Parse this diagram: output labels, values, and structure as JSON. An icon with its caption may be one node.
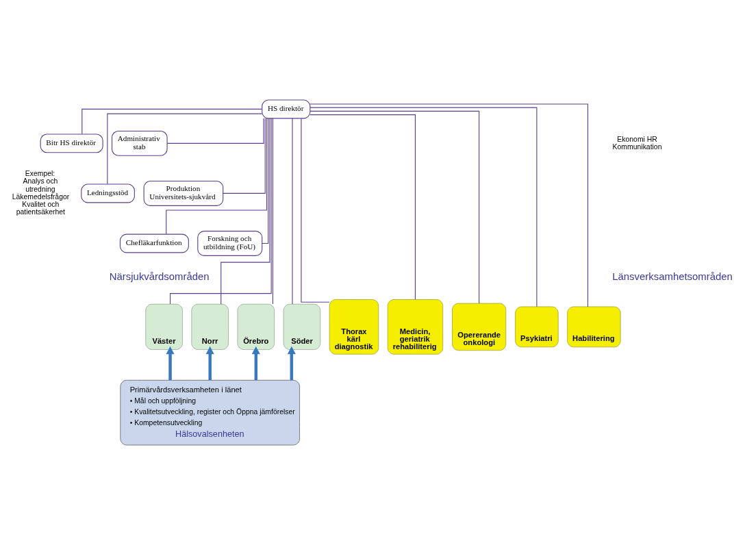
{
  "diagram": {
    "nodes": [
      {
        "text": [
          "HS direktör"
        ]
      },
      {
        "text": [
          "Bitr HS direktör"
        ]
      },
      {
        "text": [
          "Administrativ stab"
        ]
      },
      {
        "text": [
          "Ledningsstöd"
        ]
      },
      {
        "text": [
          "Produktion Universitets-sjukvård"
        ]
      },
      {
        "text": [
          "Chefläkarfunktion"
        ]
      },
      {
        "text": [
          "Forskning och utbildning (FoU)"
        ]
      },
      {
        "text": [
          "Väster"
        ]
      },
      {
        "text": [
          "Norr"
        ]
      },
      {
        "text": [
          "Örebro"
        ]
      },
      {
        "text": [
          "Söder"
        ]
      },
      {
        "text": [
          "Thorax kärl diagnostik"
        ]
      },
      {
        "text": [
          "Medicin, geriatrik rehabiliterig"
        ]
      },
      {
        "text": [
          "Opererande onkologi"
        ]
      },
      {
        "text": [
          "Psykiatri"
        ]
      },
      {
        "text": [
          "Habilitering"
        ]
      },
      {
        "text": [
          "Primärvårdsverksamheten i länet",
          "• Mål och uppföljning",
          "• Kvalitetsutveckling, register och Öppna jämförelser",
          "• Kompetensutveckling",
          "Hälsovalsenheten"
        ]
      }
    ],
    "edges": [
      {
        "from": 0,
        "to": 1,
        "arrow": "none"
      },
      {
        "from": 0,
        "to": 2,
        "arrow": "none"
      },
      {
        "from": 0,
        "to": 3,
        "arrow": "none"
      },
      {
        "from": 0,
        "to": 4,
        "arrow": "none"
      },
      {
        "from": 0,
        "to": 5,
        "arrow": "none"
      },
      {
        "from": 0,
        "to": 6,
        "arrow": "none"
      },
      {
        "from": 0,
        "to": 7,
        "arrow": "none"
      },
      {
        "from": 0,
        "to": 8,
        "arrow": "none"
      },
      {
        "from": 0,
        "to": 9,
        "arrow": "none"
      },
      {
        "from": 0,
        "to": 10,
        "arrow": "none"
      },
      {
        "from": 0,
        "to": 11,
        "arrow": "none"
      },
      {
        "from": 0,
        "to": 12,
        "arrow": "none"
      },
      {
        "from": 0,
        "to": 13,
        "arrow": "none"
      },
      {
        "from": 0,
        "to": 14,
        "arrow": "none"
      },
      {
        "from": 0,
        "to": 15,
        "arrow": "none"
      },
      {
        "from": 16,
        "to": 7,
        "arrow": "to",
        "style": "thick",
        "color": "#3a78bd"
      },
      {
        "from": 16,
        "to": 8,
        "arrow": "to",
        "style": "thick",
        "color": "#3a78bd"
      },
      {
        "from": 16,
        "to": 9,
        "arrow": "to",
        "style": "thick",
        "color": "#3a78bd"
      },
      {
        "from": 16,
        "to": 10,
        "arrow": "to",
        "style": "thick",
        "color": "#3a78bd"
      }
    ],
    "labels": [
      "Ekonomi HR Kommunikation",
      "Exempel: Analys och utredning Läkemedelsfrågor Kvalitet och patientsäkerhet",
      "Närsjukvårdsområden",
      "Länsverksamhetsområden"
    ]
  }
}
